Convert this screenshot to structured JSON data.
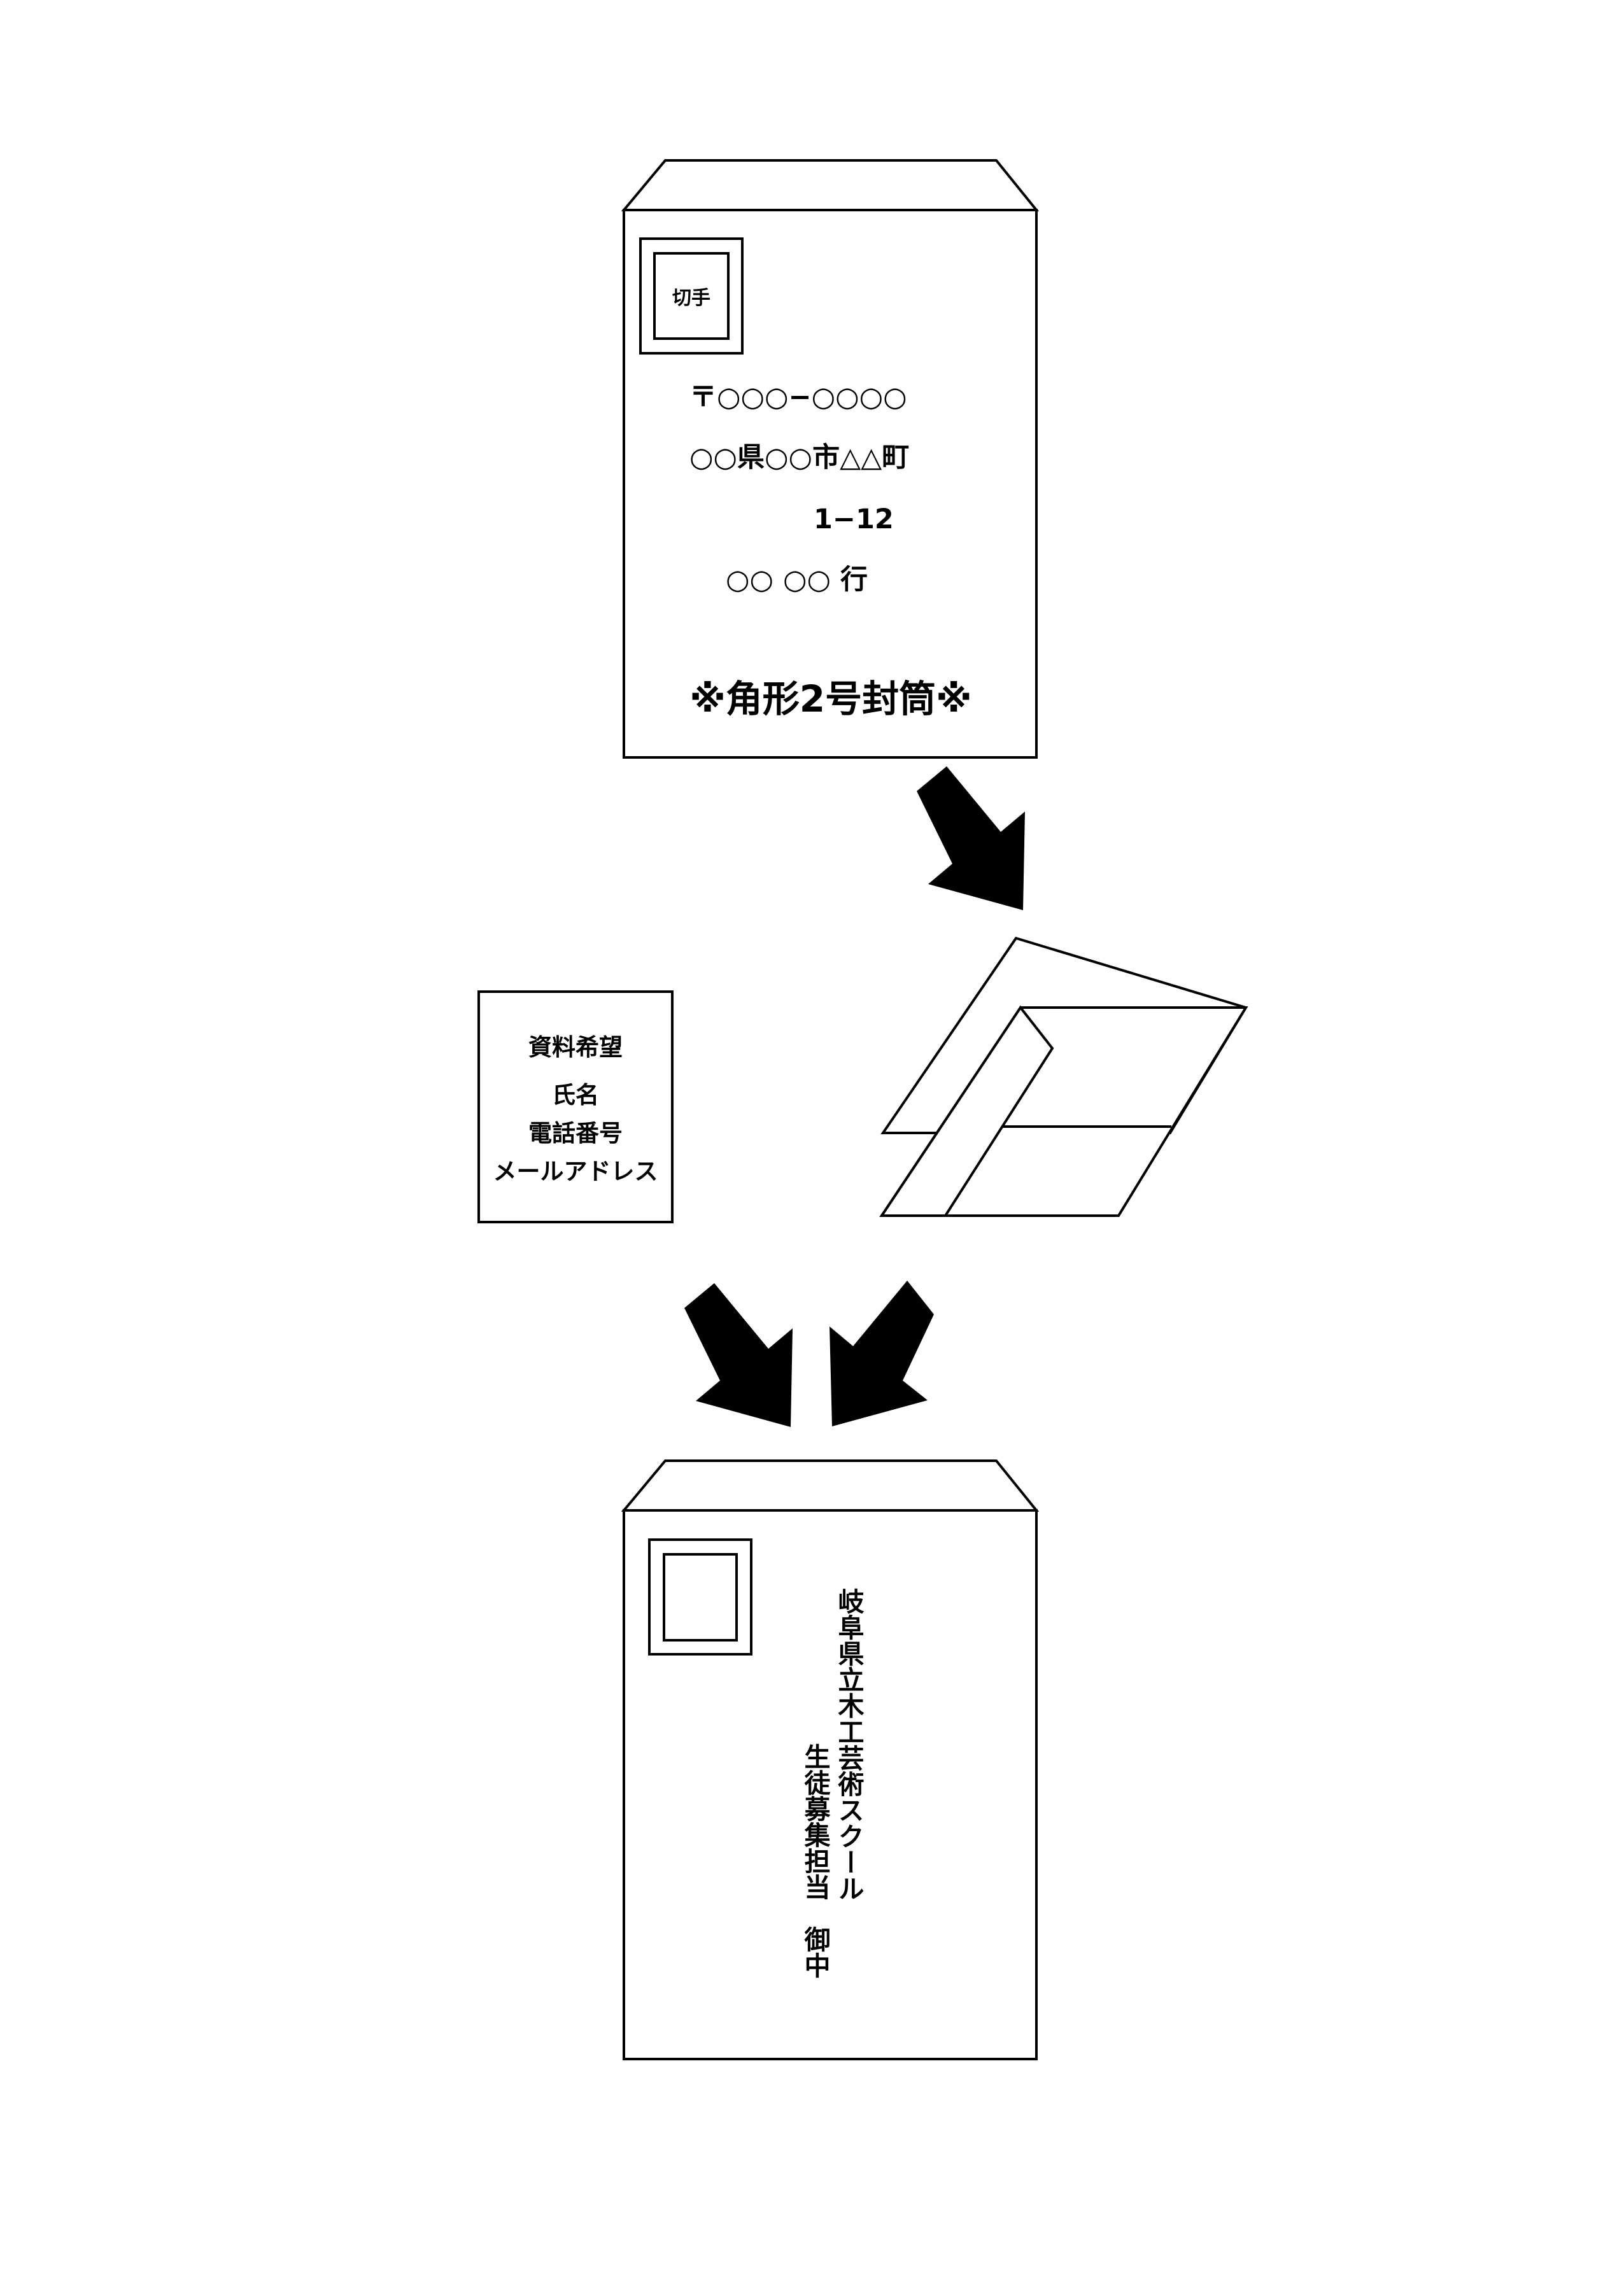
{
  "top_envelope": {
    "stamp_label": "切手",
    "postal_code": "〒○○○−○○○○",
    "address_line1": "○○県○○市△△町",
    "address_line2": "1−12",
    "recipient": "○○ ○○ 行",
    "size_note": "※角形2号封筒※"
  },
  "request_card": {
    "title": "資料希望",
    "fields": [
      "氏名",
      "電話番号",
      "メールアドレス"
    ]
  },
  "bottom_envelope": {
    "address_vertical": "岐阜県立木工芸術スクール",
    "department_vertical": "生徒募集担当　御中"
  }
}
